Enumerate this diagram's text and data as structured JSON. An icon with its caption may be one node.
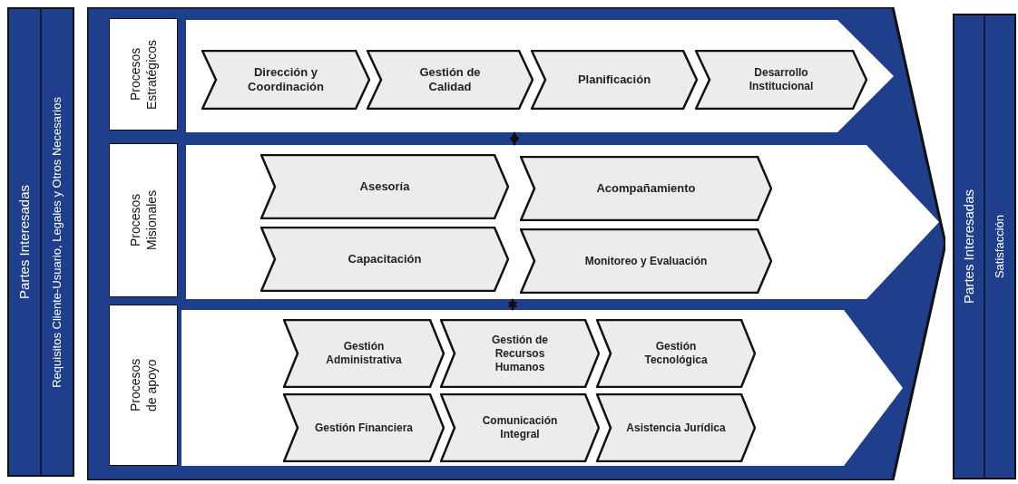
{
  "diagram": {
    "nodes": [
      {
        "text": [
          "Partes Interesadas",
          "Requisitos Cliente-Usuario, Legales y Otros Necesarios"
        ]
      },
      {
        "text": [],
        "shape": "chevron"
      },
      {
        "text": [
          "Procesos Estratégicos"
        ],
        "in": 1
      },
      {
        "text": [],
        "shape": "chevron",
        "in": 1
      },
      {
        "text": [
          "Dirección y Coordinación"
        ],
        "in": 3
      },
      {
        "text": [
          "Gestión de Calidad"
        ],
        "in": 3
      },
      {
        "text": [
          "Planificación"
        ],
        "in": 3
      },
      {
        "text": [
          "Desarrollo Institucional"
        ],
        "in": 3
      },
      {
        "text": [
          "Procesos Misionales"
        ],
        "in": 1
      },
      {
        "text": [],
        "shape": "chevron",
        "in": 1
      },
      {
        "text": [
          "Asesoría"
        ],
        "in": 9
      },
      {
        "text": [
          "Acompañamiento"
        ],
        "in": 9
      },
      {
        "text": [
          "Capacitación"
        ],
        "in": 9
      },
      {
        "text": [
          "Monitoreo y Evaluación"
        ],
        "in": 9
      },
      {
        "text": [
          "Procesos de apoyo"
        ],
        "in": 1
      },
      {
        "text": [],
        "shape": "chevron",
        "in": 1
      },
      {
        "text": [
          "Gestión Administrativa"
        ],
        "in": 15
      },
      {
        "text": [
          "Gestión de Recursos Humanos"
        ],
        "in": 15
      },
      {
        "text": [
          "Gestión Tecnológica"
        ],
        "in": 15
      },
      {
        "text": [
          "Gestión Financiera"
        ],
        "in": 15
      },
      {
        "text": [
          "Comunicación Integral"
        ],
        "in": 15
      },
      {
        "text": [
          "Asistencia Jurídica"
        ],
        "in": 15
      },
      {
        "text": [
          "Partes Interesadas",
          "Satisfacción"
        ]
      }
    ],
    "edges": [
      {
        "from": 3,
        "to": 9,
        "arrow": "both"
      },
      {
        "from": 9,
        "to": 15,
        "arrow": "both"
      }
    ]
  }
}
